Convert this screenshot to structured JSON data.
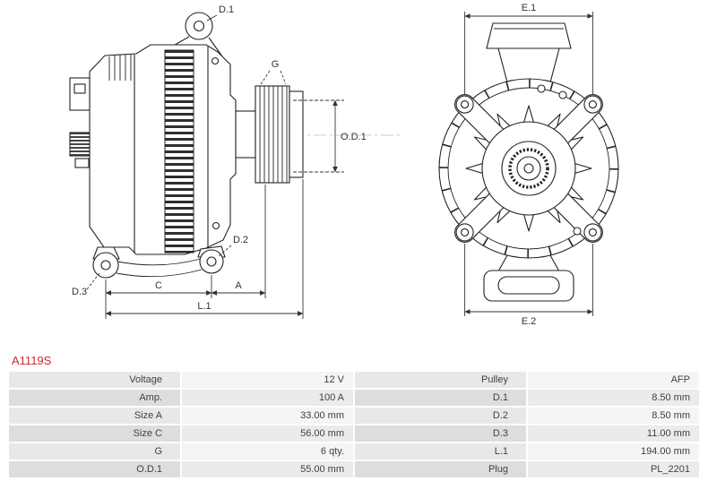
{
  "part_number": "A1119S",
  "diagram": {
    "side_view": {
      "labels": {
        "d1": "D.1",
        "g": "G",
        "od1": "O.D.1",
        "d2": "D.2",
        "d3": "D.3",
        "c": "C",
        "a": "A",
        "l1": "L.1"
      }
    },
    "front_view": {
      "labels": {
        "e1": "E.1",
        "e2": "E.2"
      }
    }
  },
  "colors": {
    "part_number_red": "#CB2A2F",
    "drawing_line": "#222222",
    "table_label_bg": "#e8e8e8",
    "table_value_bg": "#f4f4f4"
  },
  "table": {
    "rows": [
      {
        "label_left": "Voltage",
        "value_left": "12 V",
        "label_right": "Pulley",
        "value_right": "AFP"
      },
      {
        "label_left": "Amp.",
        "value_left": "100 A",
        "label_right": "D.1",
        "value_right": "8.50 mm"
      },
      {
        "label_left": "Size A",
        "value_left": "33.00 mm",
        "label_right": "D.2",
        "value_right": "8.50 mm"
      },
      {
        "label_left": "Size C",
        "value_left": "56.00 mm",
        "label_right": "D.3",
        "value_right": "11.00 mm"
      },
      {
        "label_left": "G",
        "value_left": "6 qty.",
        "label_right": "L.1",
        "value_right": "194.00 mm"
      },
      {
        "label_left": "O.D.1",
        "value_left": "55.00 mm",
        "label_right": "Plug",
        "value_right": "PL_2201"
      }
    ]
  }
}
